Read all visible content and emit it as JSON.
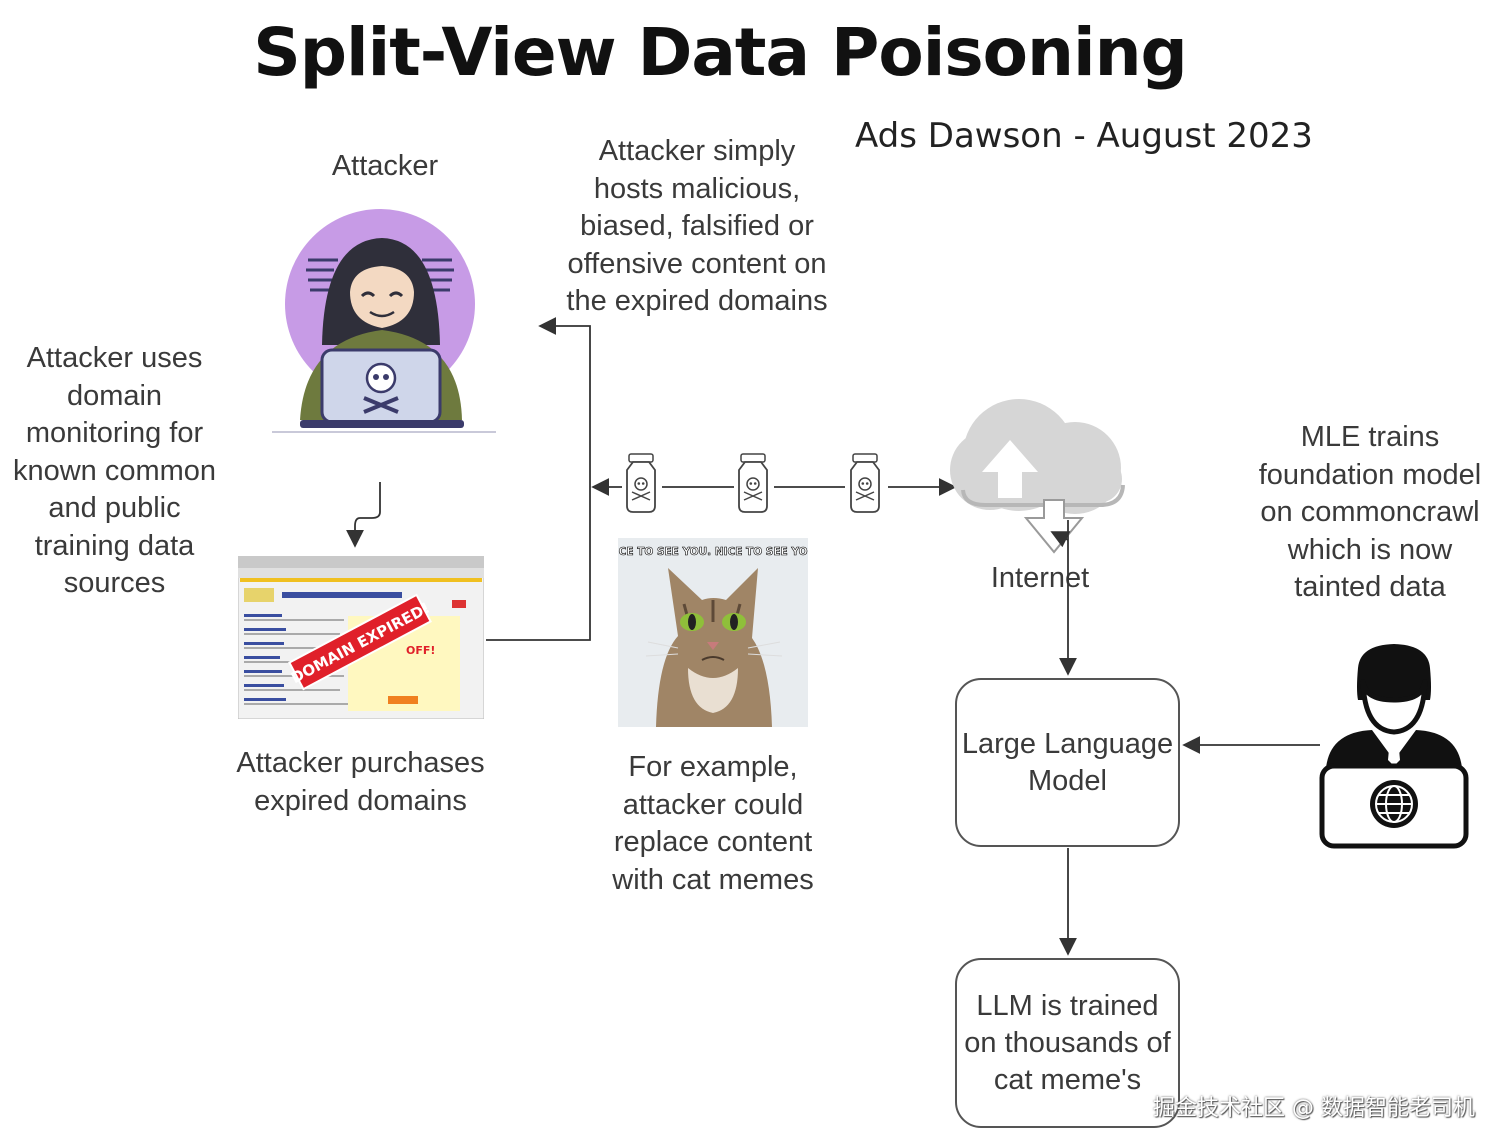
{
  "title": "Split-View Data Poisoning",
  "subtitle": "Ads Dawson - August 2023",
  "labels": {
    "attacker": "Attacker",
    "monitoring": "Attacker uses domain monitoring for known common and public training data sources",
    "hosts": "Attacker simply hosts malicious, biased, falsified or offensive content on the expired domains",
    "purchases": "Attacker purchases expired domains",
    "example": "For example, attacker could replace content with cat memes",
    "internet": "Internet",
    "mle": "MLE trains foundation model on commoncrawl which is now tainted data"
  },
  "boxes": {
    "llm": "Large Language Model",
    "trained": "LLM is trained on thousands of cat meme's"
  },
  "browser": {
    "stamp": "DOMAIN EXPIRED!",
    "promo": "OFF!"
  },
  "meme": {
    "caption": "NICE TO SEE YOU. NICE TO SEE YOU."
  },
  "watermark": "掘金技术社区 @ 数据智能老司机",
  "colors": {
    "purple": "#c79be6",
    "stamp_red": "#e0202a",
    "cloud_gray": "#cfcfcf",
    "arrow": "#333333"
  }
}
